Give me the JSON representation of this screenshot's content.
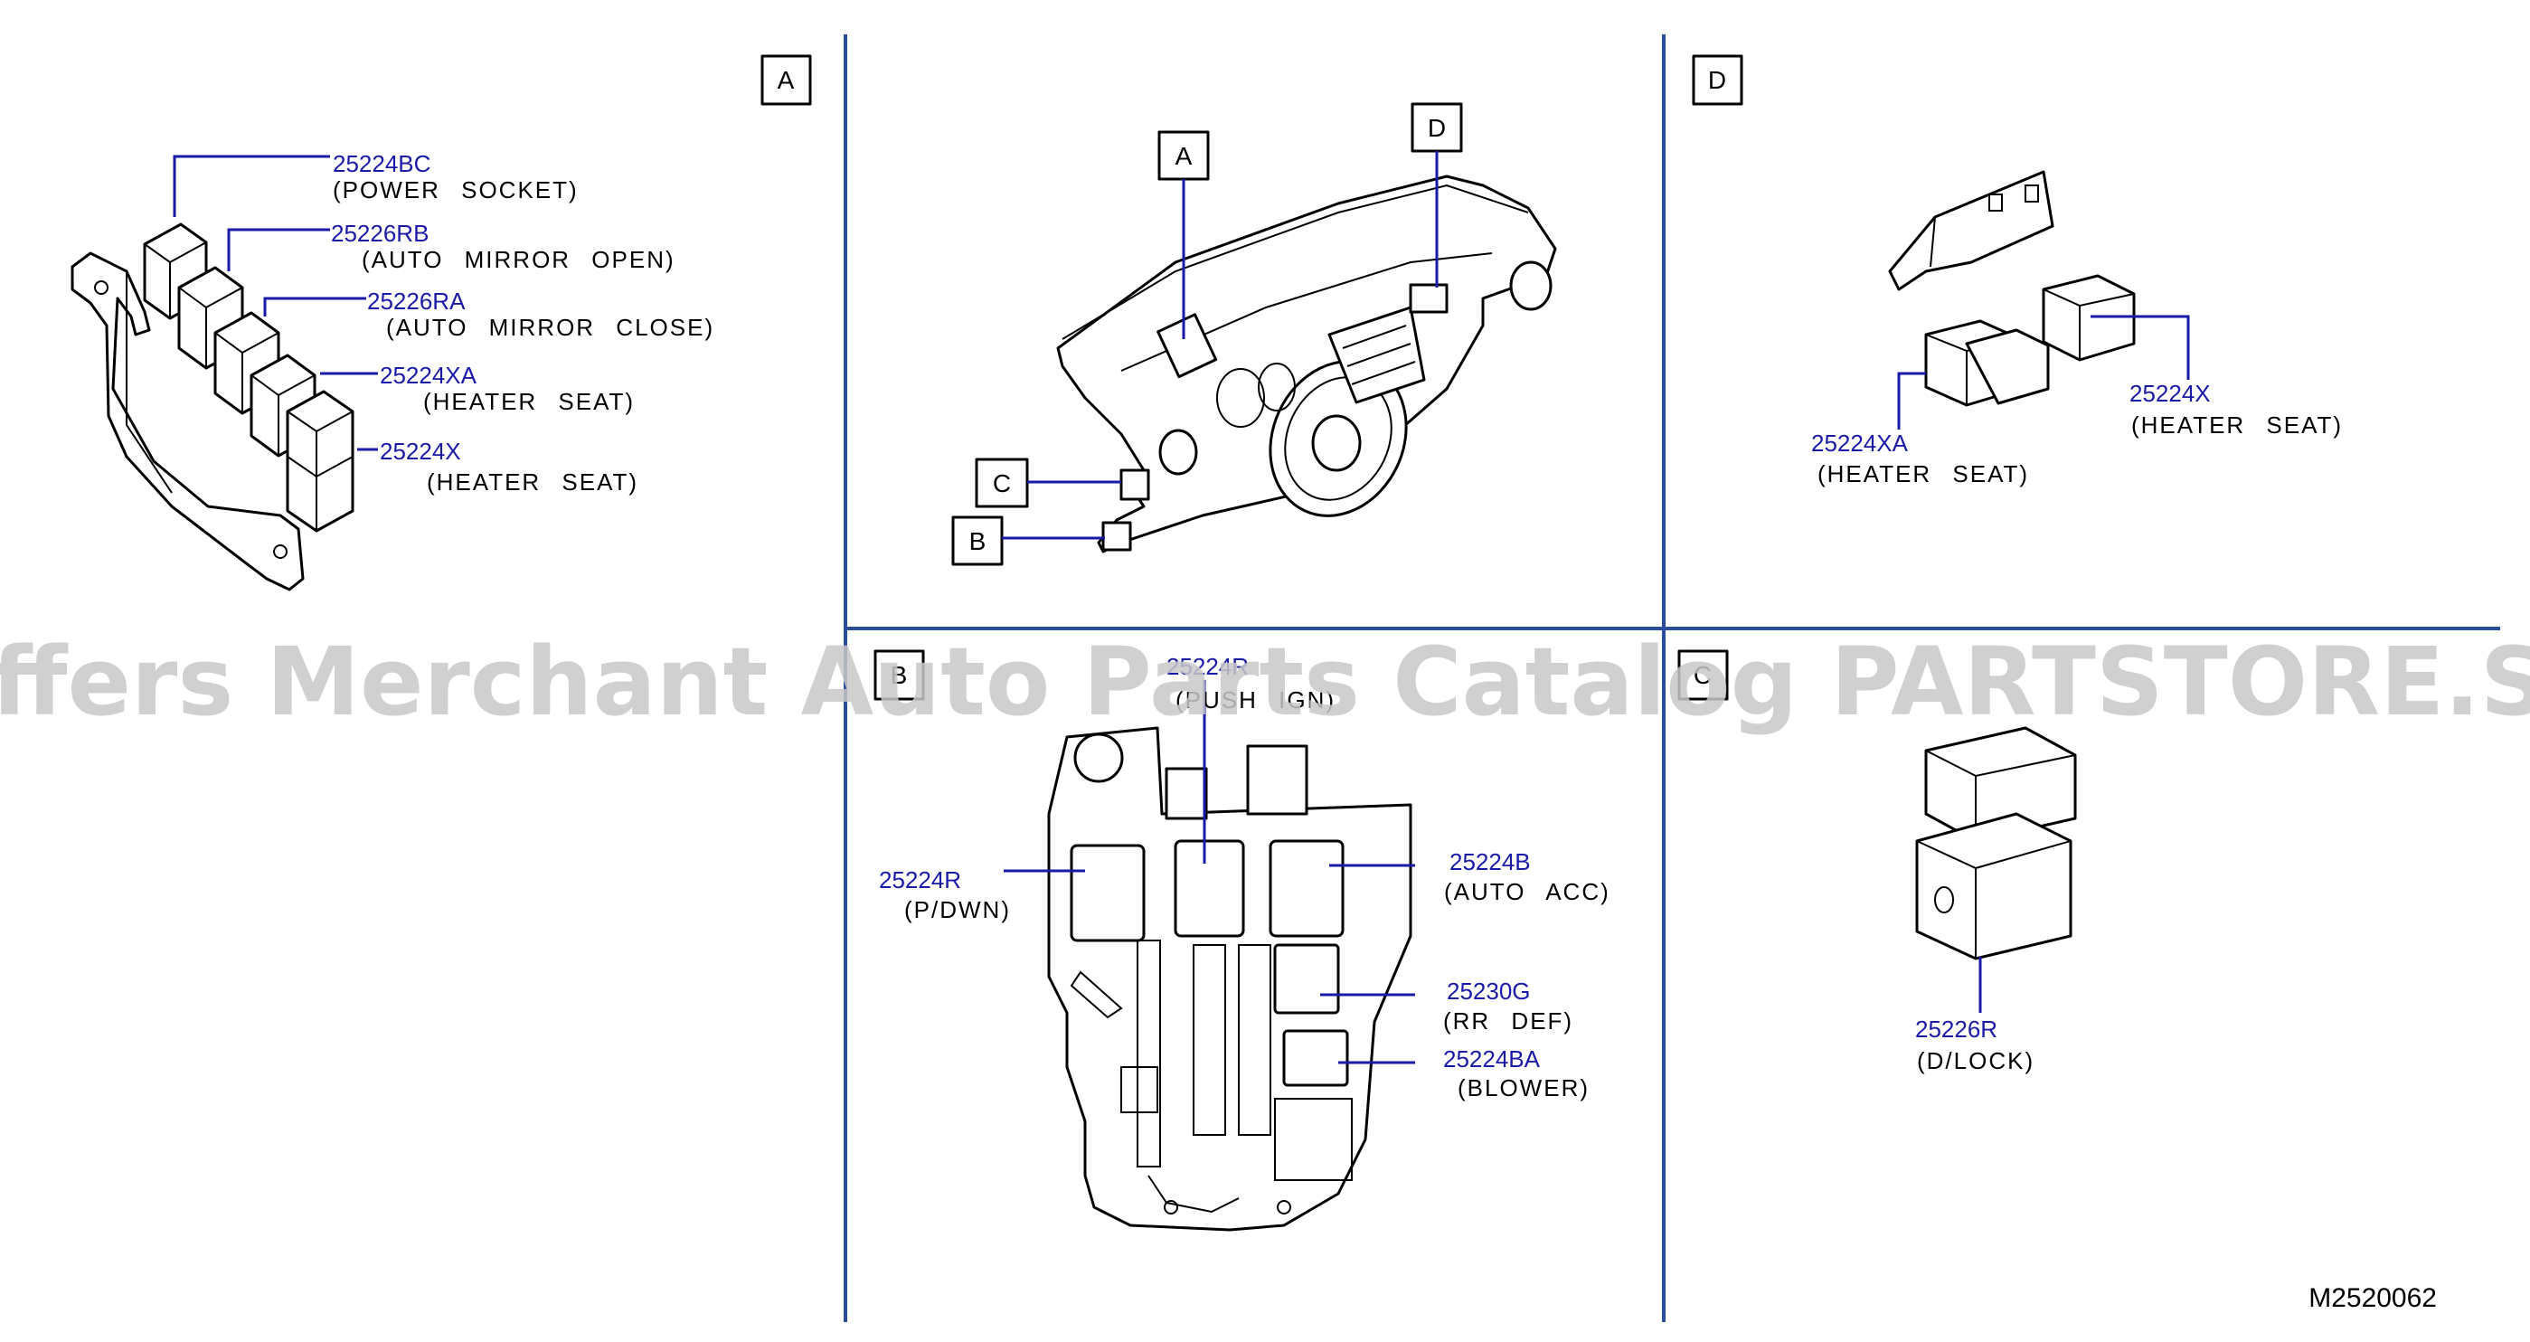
{
  "panels": {
    "A": {
      "label": "A",
      "callouts": [
        {
          "part": "25224BC",
          "desc": "(POWER SOCKET)"
        },
        {
          "part": "25226RB",
          "desc": "(AUTO MIRROR OPEN)"
        },
        {
          "part": "25226RA",
          "desc": "(AUTO MIRROR CLOSE)"
        },
        {
          "part": "25224XA",
          "desc": "(HEATER SEAT)"
        },
        {
          "part": "25224X",
          "desc": "(HEATER SEAT)"
        }
      ]
    },
    "overview": {
      "locators": [
        "A",
        "D",
        "C",
        "B"
      ]
    },
    "D": {
      "label": "D",
      "callouts": [
        {
          "part": "25224X",
          "desc": "(HEATER SEAT)"
        },
        {
          "part": "25224XA",
          "desc": "(HEATER SEAT)"
        }
      ]
    },
    "B": {
      "label": "B",
      "callouts": [
        {
          "part": "25224R",
          "desc": "(P/DWN)"
        },
        {
          "part": "25224B",
          "desc": "(AUTO ACC)"
        },
        {
          "part": "25230G",
          "desc": "(RR DEF)"
        },
        {
          "part": "25224BA",
          "desc": "(BLOWER)"
        },
        {
          "part": "25224R",
          "desc": "(PUSH IGN)"
        }
      ]
    },
    "C": {
      "label": "C",
      "callouts": [
        {
          "part": "25226R",
          "desc": "(D/LOCK)"
        }
      ]
    }
  },
  "watermark": "Offers Merchant Auto Parts Catalog PARTSTORE.SA",
  "figure_ref": "M2520062",
  "colors": {
    "part_number": "#1a1aa8",
    "divider": "#2a4d9c",
    "watermark": "#c8c8c8"
  }
}
